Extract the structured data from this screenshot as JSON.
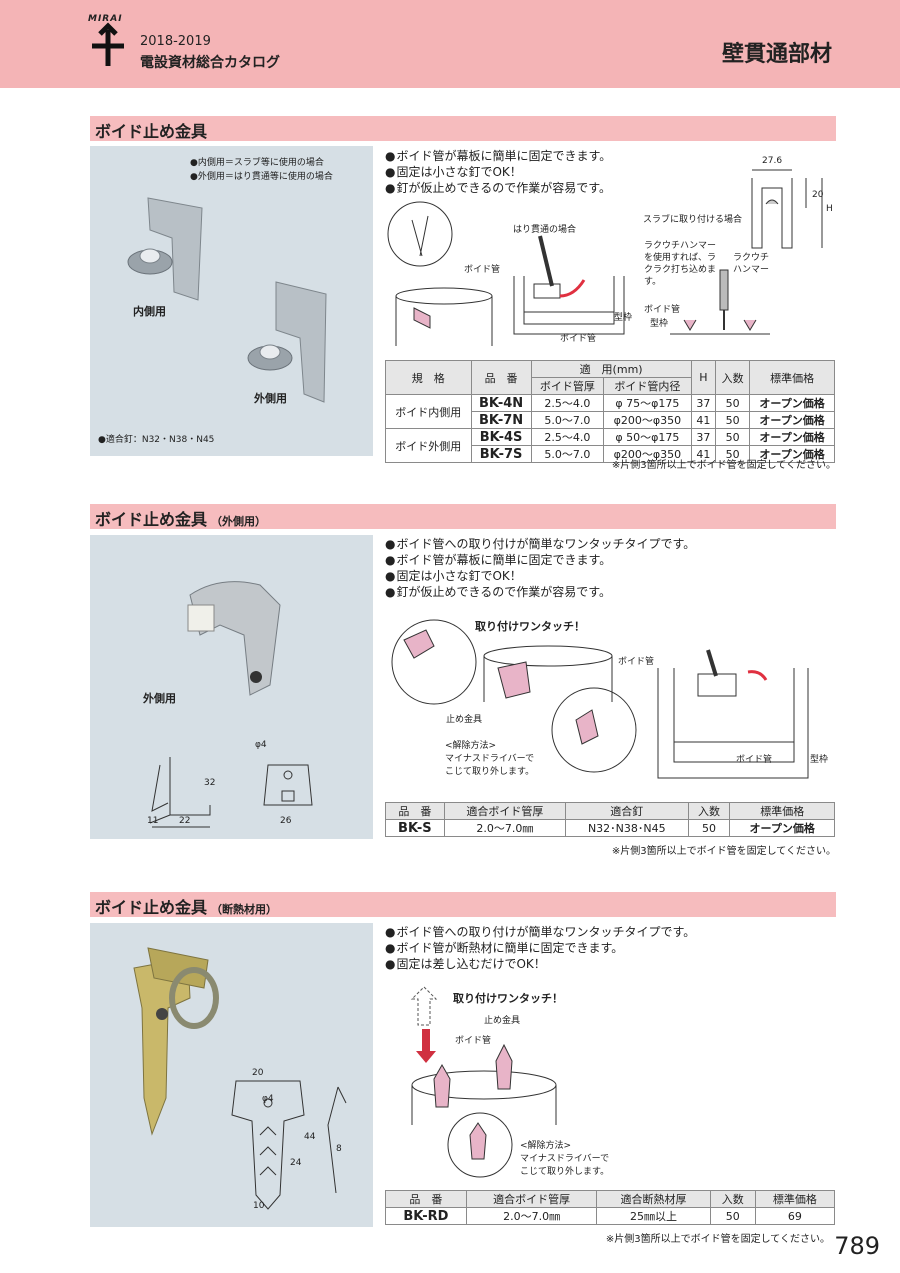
{
  "header": {
    "brand": "MIRAI",
    "year": "2018-2019",
    "catalog": "電設資材総合カタログ",
    "category": "壁貫通部材"
  },
  "section1": {
    "title": "ボイド止め金具",
    "photo_notes": [
      "●内側用＝スラブ等に使用の場合",
      "●外側用＝はり貫通等に使用の場合"
    ],
    "inner_label": "内側用",
    "outer_label": "外側用",
    "nails": "●適合釘：N32・N38・N45",
    "bullets": [
      "ボイド管が幕板に簡単に固定できます。",
      "固定は小さな釘でOK！",
      "釘が仮止めできるので作業が容易です。"
    ],
    "diagram": {
      "beam_case": "はり貫通の場合",
      "slab_case": "スラブに取り付ける場合",
      "hammer_note": "ラクウチハンマーを使用すれば、ラクラク打ち込めます。",
      "hammer": "ラクウチハンマー",
      "void_pipe": "ボイド管",
      "form": "型枠",
      "dim_w": "27.6",
      "dim_20": "20",
      "dim_h": "H"
    },
    "table": {
      "headers": [
        "規　格",
        "品　番",
        "適　用(mm)",
        "ボイド管厚",
        "ボイド管内径",
        "H",
        "入数",
        "標準価格"
      ],
      "groups": [
        {
          "spec": "ボイド内側用",
          "rows": [
            {
              "code": "BK-4N",
              "thick": "2.5～4.0",
              "dia": "φ 75～φ175",
              "h": "37",
              "qty": "50",
              "price": "オープン価格"
            },
            {
              "code": "BK-7N",
              "thick": "5.0～7.0",
              "dia": "φ200～φ350",
              "h": "41",
              "qty": "50",
              "price": "オープン価格"
            }
          ]
        },
        {
          "spec": "ボイド外側用",
          "rows": [
            {
              "code": "BK-4S",
              "thick": "2.5～4.0",
              "dia": "φ 50～φ175",
              "h": "37",
              "qty": "50",
              "price": "オープン価格"
            },
            {
              "code": "BK-7S",
              "thick": "5.0～7.0",
              "dia": "φ200～φ350",
              "h": "41",
              "qty": "50",
              "price": "オープン価格"
            }
          ]
        }
      ],
      "remark": "※片側3箇所以上でボイド管を固定してください。"
    }
  },
  "section2": {
    "title": "ボイド止め金具",
    "subtitle": "（外側用）",
    "label": "外側用",
    "dims": {
      "phi": "φ4",
      "h": "32",
      "w1": "11",
      "w2": "22",
      "w3": "26"
    },
    "bullets": [
      "ボイド管への取り付けが簡単なワンタッチタイプです。",
      "ボイド管が幕板に簡単に固定できます。",
      "固定は小さな釘でOK！",
      "釘が仮止めできるので作業が容易です。"
    ],
    "diagram": {
      "onetouch": "取り付けワンタッチ！",
      "void_pipe": "ボイド管",
      "fitting": "止め金具",
      "removal_title": "<解除方法>",
      "removal_text1": "マイナスドライバーで",
      "removal_text2": "こじて取り外します。",
      "form": "型枠"
    },
    "table": {
      "headers": [
        "品　番",
        "適合ボイド管厚",
        "適合釘",
        "入数",
        "標準価格"
      ],
      "row": {
        "code": "BK-S",
        "thick": "2.0～7.0㎜",
        "nail": "N32･N38･N45",
        "qty": "50",
        "price": "オープン価格"
      },
      "remark": "※片側3箇所以上でボイド管を固定してください。"
    }
  },
  "section3": {
    "title": "ボイド止め金具",
    "subtitle": "（断熱材用）",
    "dims": {
      "w": "20",
      "phi": "φ4",
      "h1": "44",
      "h2": "24",
      "w2": "10",
      "d": "8"
    },
    "bullets": [
      "ボイド管への取り付けが簡単なワンタッチタイプです。",
      "ボイド管が断熱材に簡単に固定できます。",
      "固定は差し込むだけでOK！"
    ],
    "diagram": {
      "onetouch": "取り付けワンタッチ！",
      "fitting": "止め金具",
      "void_pipe": "ボイド管",
      "removal_title": "<解除方法>",
      "removal_text1": "マイナスドライバーで",
      "removal_text2": "こじて取り外します。"
    },
    "table": {
      "headers": [
        "品　番",
        "適合ボイド管厚",
        "適合断熱材厚",
        "入数",
        "標準価格"
      ],
      "row": {
        "code": "BK-RD",
        "thick": "2.0～7.0㎜",
        "insul": "25㎜以上",
        "qty": "50",
        "price": "69"
      },
      "remark": "※片側3箇所以上でボイド管を固定してください。"
    }
  },
  "page_number": "789"
}
